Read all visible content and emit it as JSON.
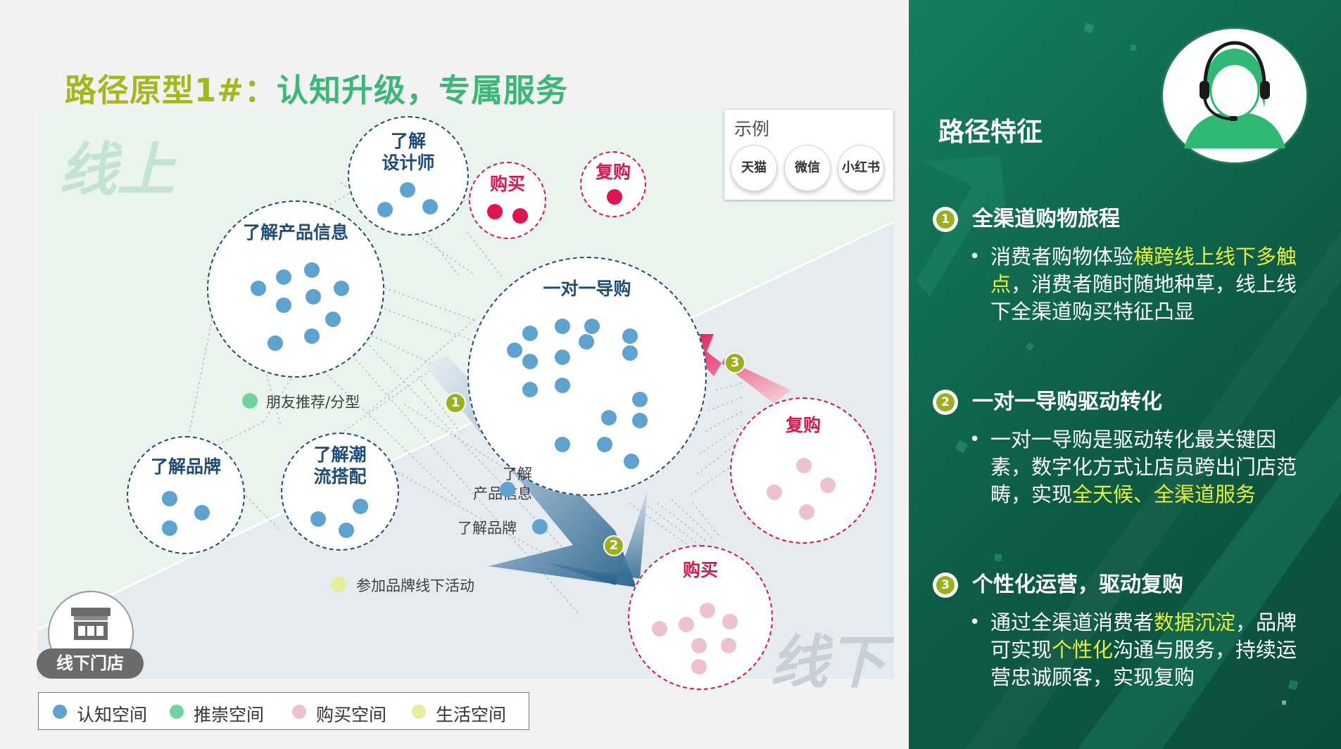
{
  "title": {
    "part1": "路径原型1#：",
    "part2": "认知升级，专属服务"
  },
  "zones": {
    "online": "线上",
    "offline": "线下"
  },
  "bubbles": {
    "designer": "了解\n设计师",
    "product_info": "了解产品信息",
    "buy_top": "购买",
    "rebuy_top": "复购",
    "one_on_one": "一对一导购",
    "brand": "了解品牌",
    "trend": "了解潮\n流搭配",
    "rebuy_right": "复购",
    "buy_bottom": "购买"
  },
  "floating_labels": {
    "friend": "朋友推荐/分型",
    "product_info_small": "了解\n产品信息",
    "brand_small": "了解品牌",
    "offline_event": "参加品牌线下活动"
  },
  "steps": [
    "1",
    "2",
    "3"
  ],
  "example": {
    "title": "示例",
    "channels": [
      "天猫",
      "微信",
      "小红书"
    ]
  },
  "store": {
    "label": "线下门店",
    "icon": "store-icon"
  },
  "legend": [
    {
      "label": "认知空间",
      "color": "#5ea3cf"
    },
    {
      "label": "推崇空间",
      "color": "#6fd59d"
    },
    {
      "label": "购买空间",
      "color": "#ecc1d0"
    },
    {
      "label": "生活空间",
      "color": "#e6ee9a"
    }
  ],
  "right_panel": {
    "title": "路径特征",
    "avatar_icon": "customer-service-headset-icon",
    "sections": [
      {
        "num": "1",
        "title": "全渠道购物旅程",
        "body": [
          {
            "t": "消费者购物体验",
            "hl": false
          },
          {
            "t": "横跨线上线下多触点",
            "hl": true
          },
          {
            "t": "，消费者随时随地种草，线上线下全渠道购买特征凸显",
            "hl": false
          }
        ]
      },
      {
        "num": "2",
        "title": "一对一导购驱动转化",
        "body": [
          {
            "t": "一对一导购是驱动转化最关键因素，数字化方式让店员跨出门店范畴，实现",
            "hl": false
          },
          {
            "t": "全天候、全渠道服务",
            "hl": true
          }
        ]
      },
      {
        "num": "3",
        "title": "个性化运营，驱动复购",
        "body": [
          {
            "t": "通过全渠道消费者",
            "hl": false
          },
          {
            "t": "数据沉淀",
            "hl": true
          },
          {
            "t": "，品牌可实现",
            "hl": false
          },
          {
            "t": "个性化",
            "hl": true
          },
          {
            "t": "沟通与服务，持续运营忠诚顾客，实现复购",
            "hl": false
          }
        ]
      }
    ]
  },
  "colors": {
    "blue_dot": "#5ea3cf",
    "pink_dot": "#ecc1d0",
    "red_dot": "#e0134f",
    "green_dot": "#6fd59d",
    "yellow_dot": "#e6ee9a",
    "accent_green": "#3bb877",
    "accent_olive": "#a4b81e",
    "highlight": "#e8ef3a",
    "panel_green": "#0d5c45"
  }
}
